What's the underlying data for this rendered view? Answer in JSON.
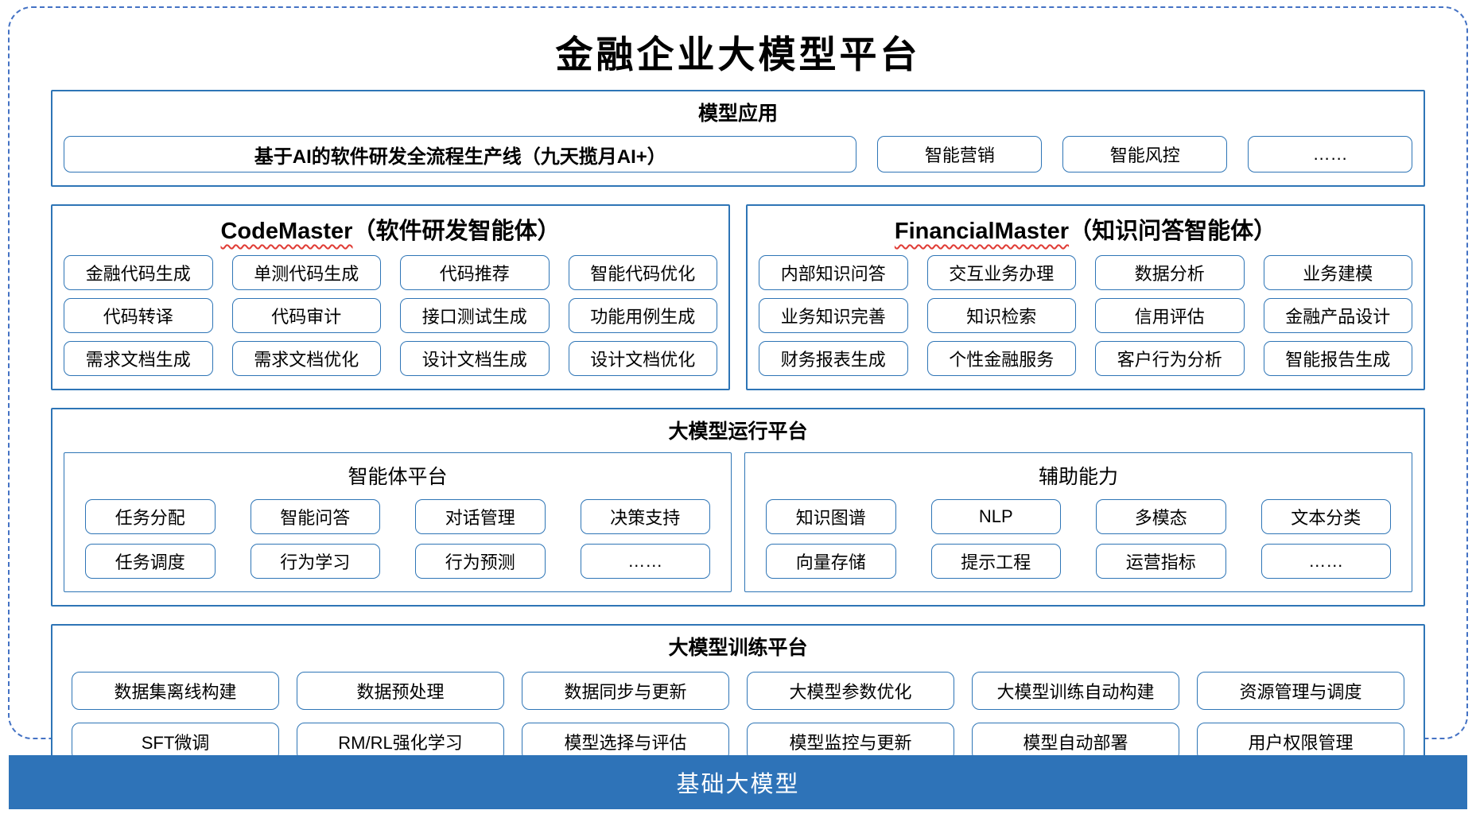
{
  "title": "金融企业大模型平台",
  "colors": {
    "accent_border": "#2e75b6",
    "dashed_border": "#4472c4",
    "bar_bg": "#2e73b8",
    "squiggle_red": "#e03b34",
    "text_color": "#000000"
  },
  "sections": {
    "model_app": {
      "title": "模型应用",
      "main_box": "基于AI的软件研发全流程生产线（九天揽月AI+）",
      "boxes": [
        "智能营销",
        "智能风控",
        "……"
      ]
    },
    "code_master": {
      "title_en": "CodeMaster",
      "title_zh": "（软件研发智能体）",
      "items": [
        "金融代码生成",
        "单测代码生成",
        "代码推荐",
        "智能代码优化",
        "代码转译",
        "代码审计",
        "接口测试生成",
        "功能用例生成",
        "需求文档生成",
        "需求文档优化",
        "设计文档生成",
        "设计文档优化"
      ]
    },
    "financial_master": {
      "title_en": "FinancialMaster",
      "title_zh": "（知识问答智能体）",
      "items": [
        "内部知识问答",
        "交互业务办理",
        "数据分析",
        "业务建模",
        "业务知识完善",
        "知识检索",
        "信用评估",
        "金融产品设计",
        "财务报表生成",
        "个性金融服务",
        "客户行为分析",
        "智能报告生成"
      ]
    },
    "runtime": {
      "title": "大模型运行平台",
      "agent_platform": {
        "title": "智能体平台",
        "items": [
          "任务分配",
          "智能问答",
          "对话管理",
          "决策支持",
          "任务调度",
          "行为学习",
          "行为预测",
          "……"
        ]
      },
      "aux": {
        "title": "辅助能力",
        "items": [
          "知识图谱",
          "NLP",
          "多模态",
          "文本分类",
          "向量存储",
          "提示工程",
          "运营指标",
          "……"
        ]
      }
    },
    "training": {
      "title": "大模型训练平台",
      "items": [
        "数据集离线构建",
        "数据预处理",
        "数据同步与更新",
        "大模型参数优化",
        "大模型训练自动构建",
        "资源管理与调度",
        "SFT微调",
        "RM/RL强化学习",
        "模型选择与评估",
        "模型监控与更新",
        "模型自动部署",
        "用户权限管理"
      ]
    },
    "base_model": {
      "title": "基础大模型"
    }
  }
}
